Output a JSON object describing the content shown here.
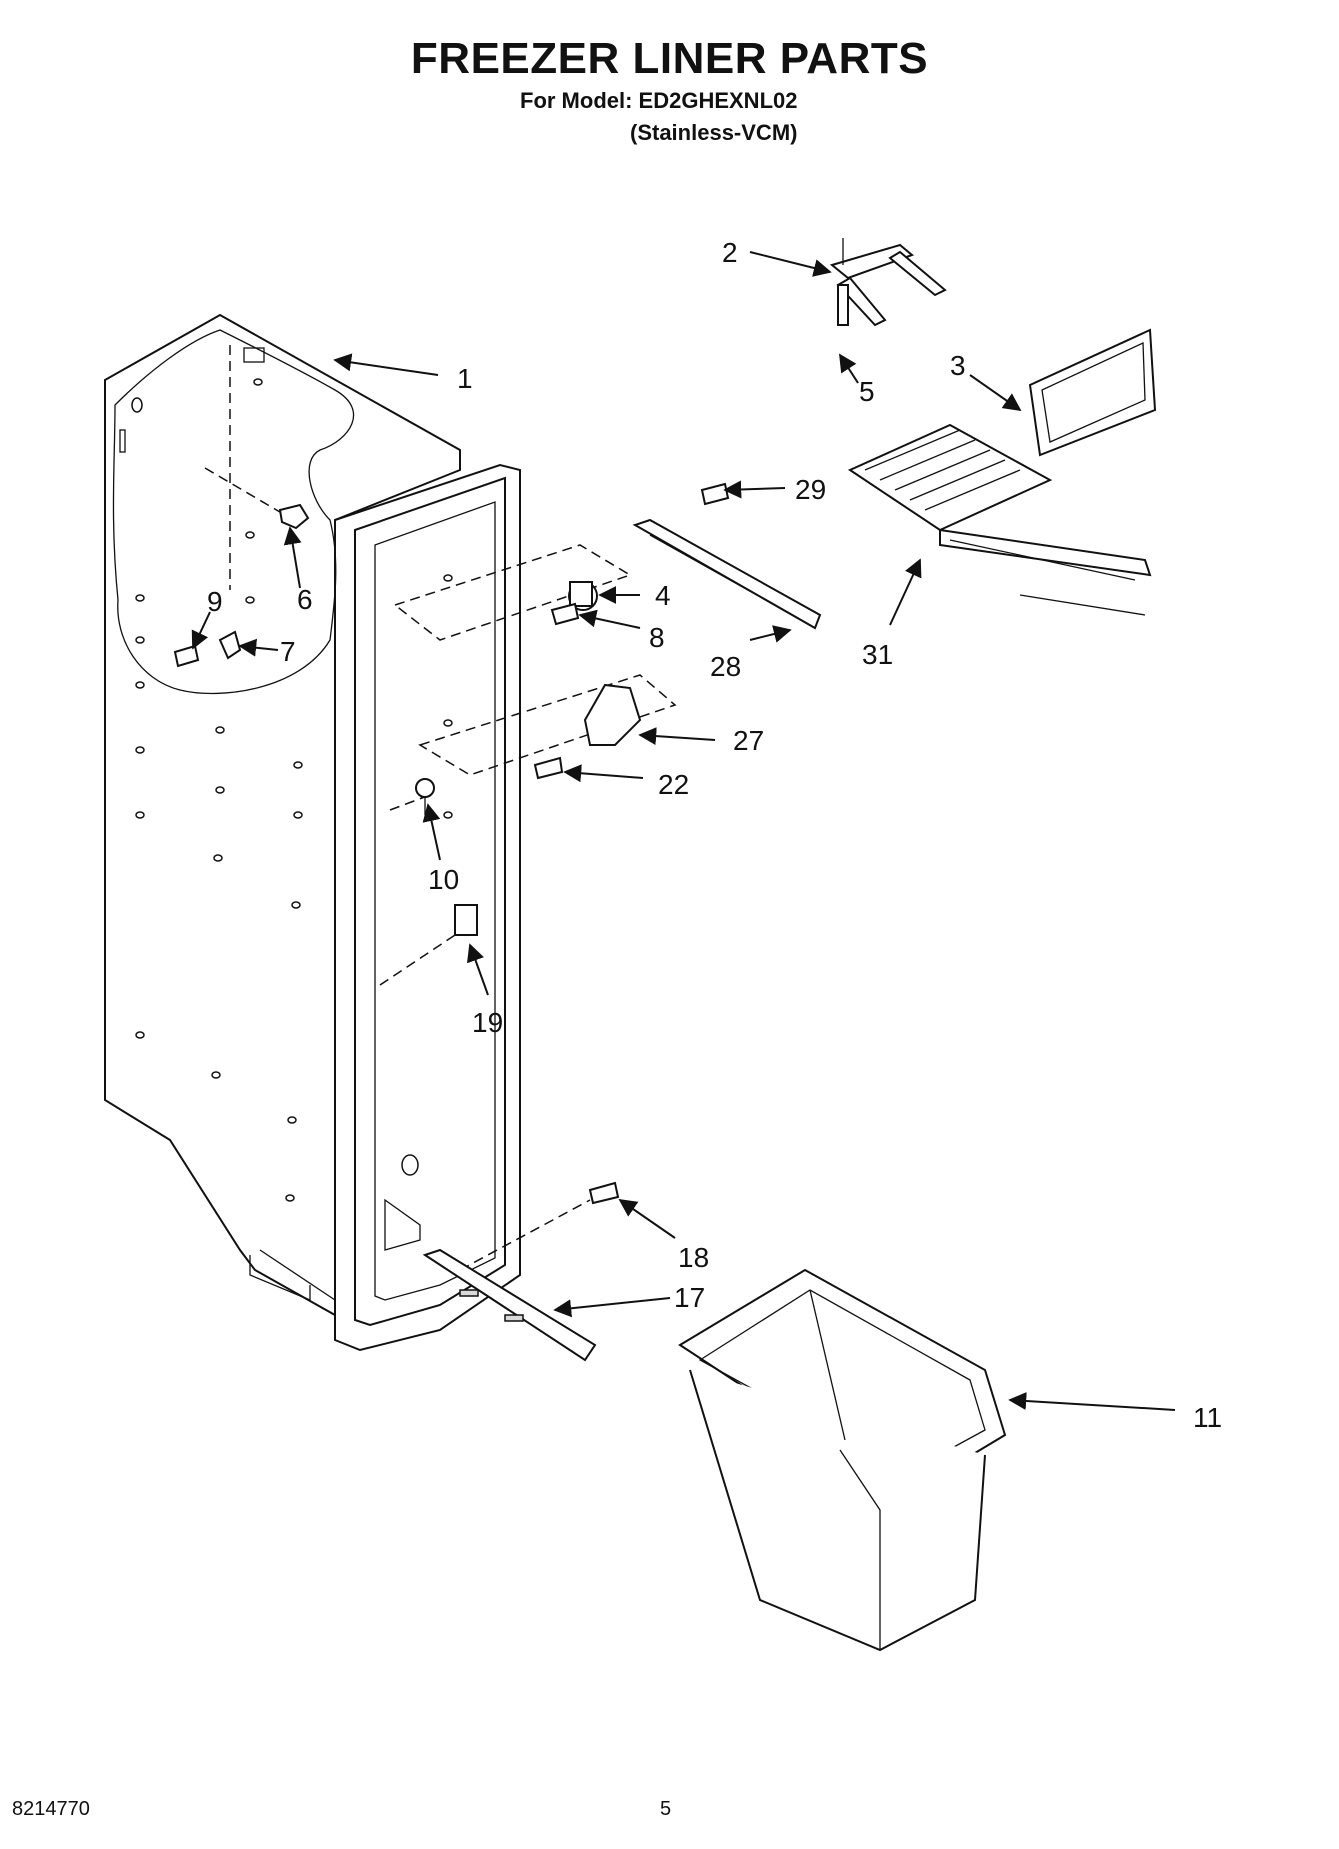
{
  "header": {
    "title": "FREEZER LINER PARTS",
    "model_line": "For Model: ED2GHEXNL02",
    "variant_line": "(Stainless-VCM)"
  },
  "callouts": {
    "c1": "1",
    "c2": "2",
    "c3": "3",
    "c4": "4",
    "c5": "5",
    "c6": "6",
    "c7": "7",
    "c8": "8",
    "c9": "9",
    "c10": "10",
    "c11": "11",
    "c17": "17",
    "c18": "18",
    "c19": "19",
    "c22": "22",
    "c27": "27",
    "c28": "28",
    "c29": "29",
    "c31": "31"
  },
  "footer": {
    "doc_number": "8214770",
    "page_number": "5"
  }
}
